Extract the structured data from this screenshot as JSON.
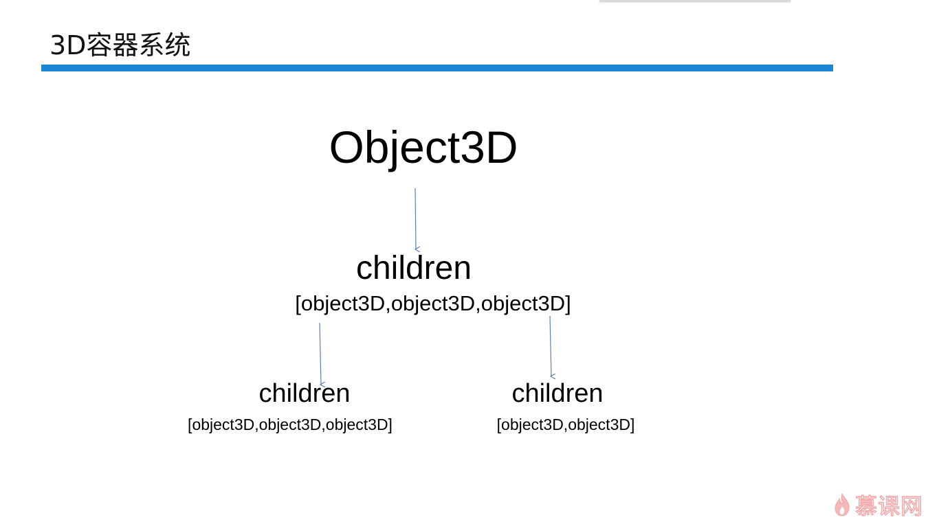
{
  "slide": {
    "title": "3D容器系统"
  },
  "diagram": {
    "root": {
      "label": "Object3D"
    },
    "mid": {
      "label": "children",
      "array": "[object3D,object3D,object3D]"
    },
    "left": {
      "label": "children",
      "array": "[object3D,object3D,object3D]"
    },
    "right": {
      "label": "children",
      "array": "[object3D,object3D]"
    },
    "arrow_color": "#5b7fb5"
  },
  "branding": {
    "logo_text": "慕课网",
    "logo_icon": "flame-icon",
    "logo_color": "#f0a6a6"
  },
  "colors": {
    "accent": "#1a87d6"
  }
}
